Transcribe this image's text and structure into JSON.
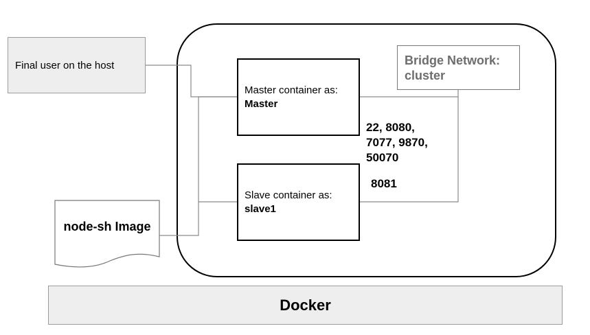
{
  "nodes": {
    "final_user": "Final user on the host",
    "bridge_network": {
      "line1": "Bridge Network:",
      "line2": "cluster"
    },
    "master_container": {
      "caption": "Master container as:",
      "name": "Master"
    },
    "slave_container": {
      "caption": "Slave container as:",
      "name": "slave1"
    },
    "image": "node-sh Image",
    "docker": "Docker"
  },
  "ports": {
    "master": [
      "22, 8080,",
      "7077, 9870,",
      "50070"
    ],
    "slave": "8081"
  },
  "colors": {
    "gray_fill": "#eeeeee",
    "bridge_text": "#6e6e6e",
    "connector": "#8a8a8a"
  }
}
